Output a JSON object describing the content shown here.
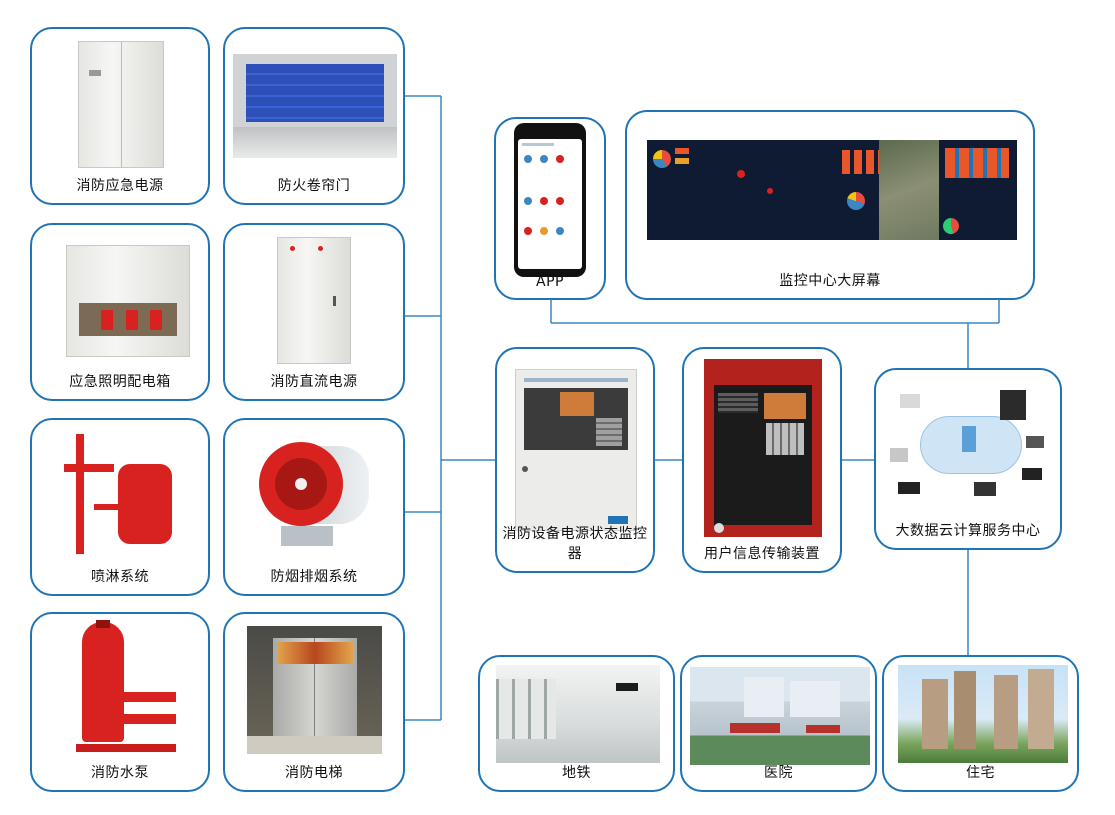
{
  "equipment": [
    {
      "id": "emergency-power",
      "label": "消防应急电源"
    },
    {
      "id": "fire-shutter",
      "label": "防火卷帘门"
    },
    {
      "id": "lighting-box",
      "label": "应急照明配电箱"
    },
    {
      "id": "dc-power",
      "label": "消防直流电源"
    },
    {
      "id": "sprinkler",
      "label": "喷淋系统"
    },
    {
      "id": "smoke-exhaust",
      "label": "防烟排烟系统"
    },
    {
      "id": "water-pump",
      "label": "消防水泵"
    },
    {
      "id": "fire-elevator",
      "label": "消防电梯"
    }
  ],
  "monitor": {
    "label": "消防设备电源状态监控器"
  },
  "transmitter": {
    "label": "用户信息传输装置"
  },
  "app": {
    "label": "APP"
  },
  "big_screen": {
    "label": "监控中心大屏幕"
  },
  "cloud": {
    "label": "大数据云计算服务中心"
  },
  "sites": [
    {
      "id": "subway",
      "label": "地铁"
    },
    {
      "id": "hospital",
      "label": "医院"
    },
    {
      "id": "residence",
      "label": "住宅"
    }
  ],
  "colors": {
    "border": "#1f74b6",
    "line": "#3a87c4",
    "fire_red": "#d8221f"
  }
}
